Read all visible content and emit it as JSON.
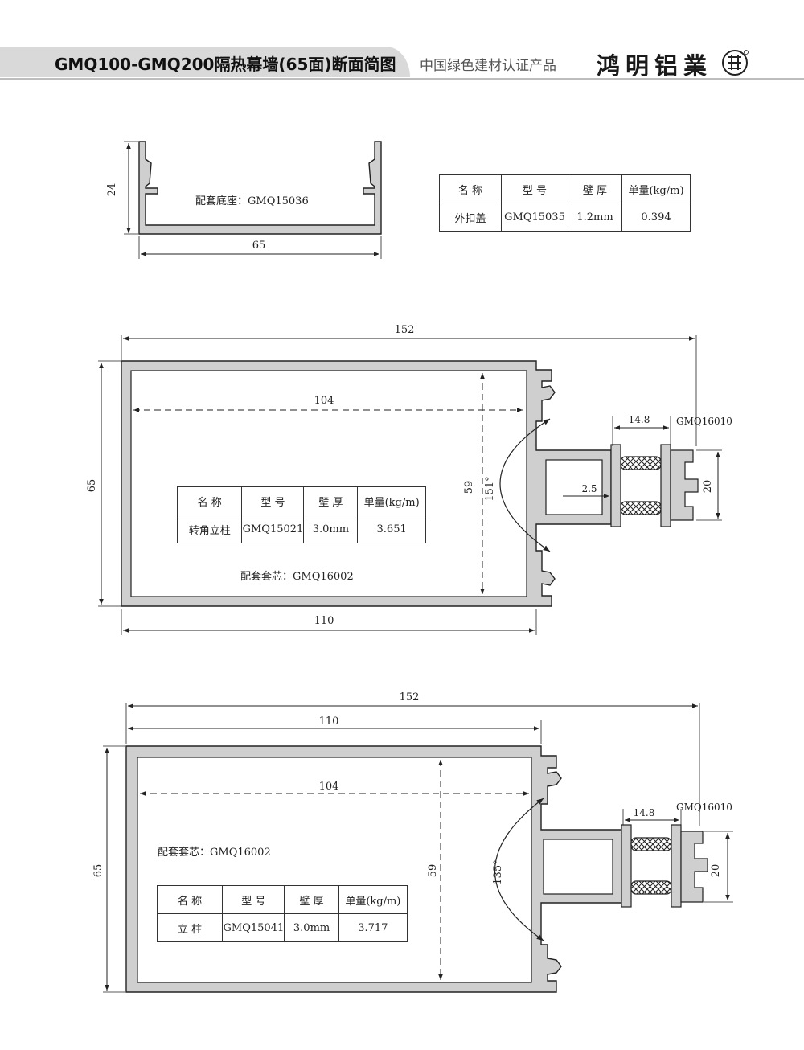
{
  "header": {
    "title": "GMQ100-GMQ200隔热幕墙(65面)断面简图",
    "subtitle": "中国绿色建材认证产品",
    "brand": "鸿明铝業",
    "logo_icon": "hongming-seal-logo"
  },
  "table_headers": {
    "name": "名  称",
    "model": "型  号",
    "wall": "壁  厚",
    "weight": "单量(kg/m)"
  },
  "cover": {
    "label": "配套底座：GMQ15036",
    "dim_width": "65",
    "dim_height": "24",
    "row": {
      "name": "外扣盖",
      "model": "GMQ15035",
      "wall": "1.2mm",
      "weight": "0.394"
    }
  },
  "corner_mullion": {
    "dim_total": "152",
    "dim_inner": "104",
    "dim_body": "110",
    "dim_height": "65",
    "dim_depth": "59",
    "angle": "151°",
    "dim_strip": "14.8",
    "dim_gap": "2.5",
    "dim_20": "20",
    "part_code": "GMQ16010",
    "core_label": "配套套芯：GMQ16002",
    "row": {
      "name": "转角立柱",
      "model": "GMQ15021",
      "wall": "3.0mm",
      "weight": "3.651"
    }
  },
  "mullion": {
    "dim_total": "152",
    "dim_body": "110",
    "dim_inner": "104",
    "dim_height": "65",
    "dim_depth": "59",
    "angle": "135°",
    "dim_strip": "14.8",
    "dim_20": "20",
    "part_code": "GMQ16010",
    "core_label": "配套套芯：GMQ16002",
    "row": {
      "name": "立  柱",
      "model": "GMQ15041",
      "wall": "3.0mm",
      "weight": "3.717"
    }
  }
}
